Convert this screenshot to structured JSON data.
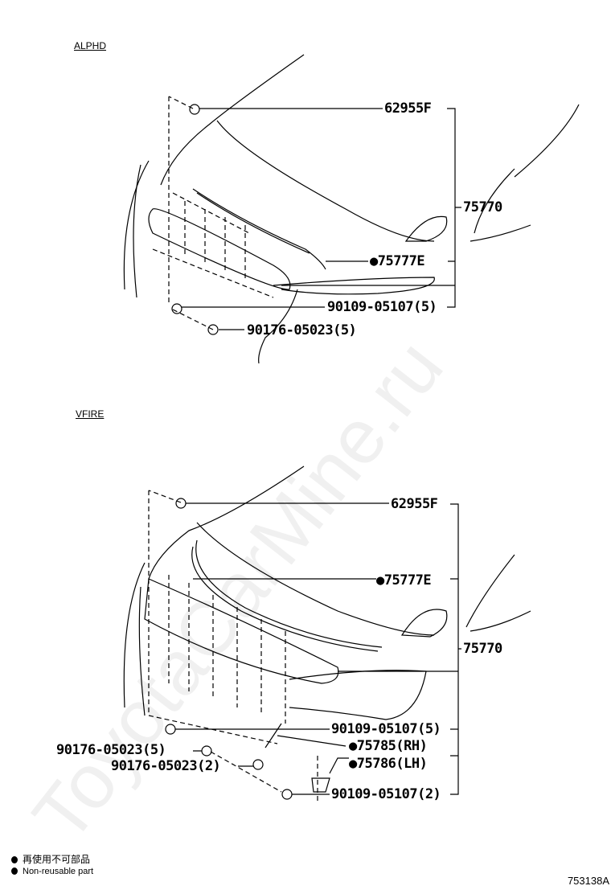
{
  "watermark": "ToyotaCarMine.ru",
  "sections": [
    {
      "variant": "ALPHD",
      "labels": [
        "62955F",
        "75770",
        "●75777E",
        "90109-05107(5)",
        "90176-05023(5)"
      ]
    },
    {
      "variant": "VFIRE",
      "labels": [
        "62955F",
        "●75777E",
        "75770",
        "90109-05107(5)",
        "●75785(RH)",
        "●75786(LH)",
        "90176-05023(5)",
        "90176-05023(2)",
        "90109-05107(2)"
      ]
    }
  ],
  "legend": {
    "symbol": "filled-circle",
    "japanese": "再使用不可部品",
    "english": "Non-reusable part"
  },
  "illustration_code": "753138A"
}
